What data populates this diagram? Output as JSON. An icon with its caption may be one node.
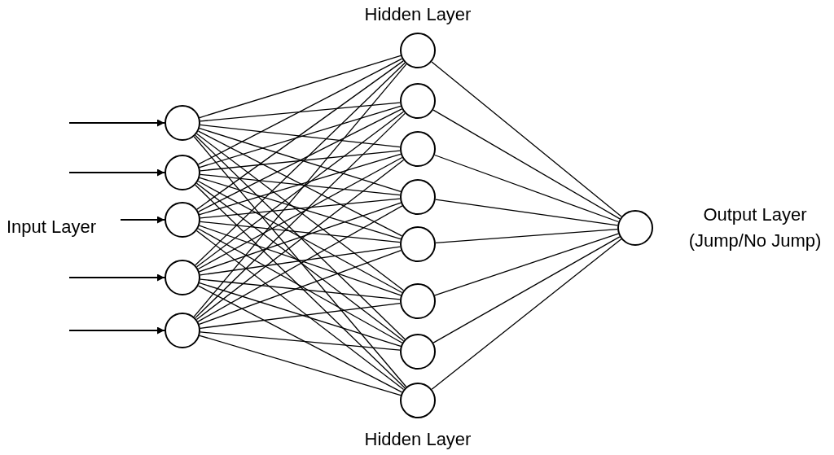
{
  "diagram": {
    "nodes": [
      {
        "text": [
          "Input Layer"
        ]
      },
      {
        "text": [],
        "shape": "circle"
      },
      {
        "text": [],
        "shape": "circle"
      },
      {
        "text": [],
        "shape": "circle"
      },
      {
        "text": [],
        "shape": "circle"
      },
      {
        "text": [],
        "shape": "circle"
      },
      {
        "text": [],
        "shape": "circle"
      },
      {
        "text": [],
        "shape": "circle"
      },
      {
        "text": [],
        "shape": "circle"
      },
      {
        "text": [],
        "shape": "circle"
      },
      {
        "text": [],
        "shape": "circle"
      },
      {
        "text": [],
        "shape": "circle"
      },
      {
        "text": [],
        "shape": "circle"
      },
      {
        "text": [],
        "shape": "circle"
      },
      {
        "text": [],
        "shape": "circle",
        "beside": [
          "Output Layer (Jump/No Jump)"
        ]
      }
    ],
    "edges": [
      {
        "from": null,
        "to": 1,
        "arrow": "to"
      },
      {
        "from": null,
        "to": 2,
        "arrow": "to"
      },
      {
        "from": 0,
        "to": 3,
        "arrow": "to"
      },
      {
        "from": null,
        "to": 4,
        "arrow": "to"
      },
      {
        "from": null,
        "to": 5,
        "arrow": "to"
      },
      {
        "from": 1,
        "to": 6,
        "arrow": "none"
      },
      {
        "from": 1,
        "to": 7,
        "arrow": "none"
      },
      {
        "from": 1,
        "to": 8,
        "arrow": "none"
      },
      {
        "from": 1,
        "to": 9,
        "arrow": "none"
      },
      {
        "from": 1,
        "to": 10,
        "arrow": "none"
      },
      {
        "from": 1,
        "to": 11,
        "arrow": "none"
      },
      {
        "from": 1,
        "to": 12,
        "arrow": "none"
      },
      {
        "from": 1,
        "to": 13,
        "arrow": "none"
      },
      {
        "from": 2,
        "to": 6,
        "arrow": "none"
      },
      {
        "from": 2,
        "to": 7,
        "arrow": "none"
      },
      {
        "from": 2,
        "to": 8,
        "arrow": "none"
      },
      {
        "from": 2,
        "to": 9,
        "arrow": "none"
      },
      {
        "from": 2,
        "to": 10,
        "arrow": "none"
      },
      {
        "from": 2,
        "to": 11,
        "arrow": "none"
      },
      {
        "from": 2,
        "to": 12,
        "arrow": "none"
      },
      {
        "from": 2,
        "to": 13,
        "arrow": "none"
      },
      {
        "from": 3,
        "to": 6,
        "arrow": "none"
      },
      {
        "from": 3,
        "to": 7,
        "arrow": "none"
      },
      {
        "from": 3,
        "to": 8,
        "arrow": "none"
      },
      {
        "from": 3,
        "to": 9,
        "arrow": "none"
      },
      {
        "from": 3,
        "to": 10,
        "arrow": "none"
      },
      {
        "from": 3,
        "to": 11,
        "arrow": "none"
      },
      {
        "from": 3,
        "to": 12,
        "arrow": "none"
      },
      {
        "from": 3,
        "to": 13,
        "arrow": "none"
      },
      {
        "from": 4,
        "to": 6,
        "arrow": "none"
      },
      {
        "from": 4,
        "to": 7,
        "arrow": "none"
      },
      {
        "from": 4,
        "to": 8,
        "arrow": "none"
      },
      {
        "from": 4,
        "to": 9,
        "arrow": "none"
      },
      {
        "from": 4,
        "to": 10,
        "arrow": "none"
      },
      {
        "from": 4,
        "to": 11,
        "arrow": "none"
      },
      {
        "from": 4,
        "to": 12,
        "arrow": "none"
      },
      {
        "from": 4,
        "to": 13,
        "arrow": "none"
      },
      {
        "from": 5,
        "to": 6,
        "arrow": "none"
      },
      {
        "from": 5,
        "to": 7,
        "arrow": "none"
      },
      {
        "from": 5,
        "to": 8,
        "arrow": "none"
      },
      {
        "from": 5,
        "to": 9,
        "arrow": "none"
      },
      {
        "from": 5,
        "to": 10,
        "arrow": "none"
      },
      {
        "from": 5,
        "to": 11,
        "arrow": "none"
      },
      {
        "from": 5,
        "to": 12,
        "arrow": "none"
      },
      {
        "from": 5,
        "to": 13,
        "arrow": "none"
      },
      {
        "from": 6,
        "to": 14,
        "arrow": "none"
      },
      {
        "from": 7,
        "to": 14,
        "arrow": "none"
      },
      {
        "from": 8,
        "to": 14,
        "arrow": "none"
      },
      {
        "from": 9,
        "to": 14,
        "arrow": "none"
      },
      {
        "from": 10,
        "to": 14,
        "arrow": "none"
      },
      {
        "from": 11,
        "to": 14,
        "arrow": "none"
      },
      {
        "from": 12,
        "to": 14,
        "arrow": "none"
      },
      {
        "from": 13,
        "to": 14,
        "arrow": "none"
      }
    ],
    "labels": [
      "Hidden Layer",
      "Hidden Layer"
    ]
  }
}
